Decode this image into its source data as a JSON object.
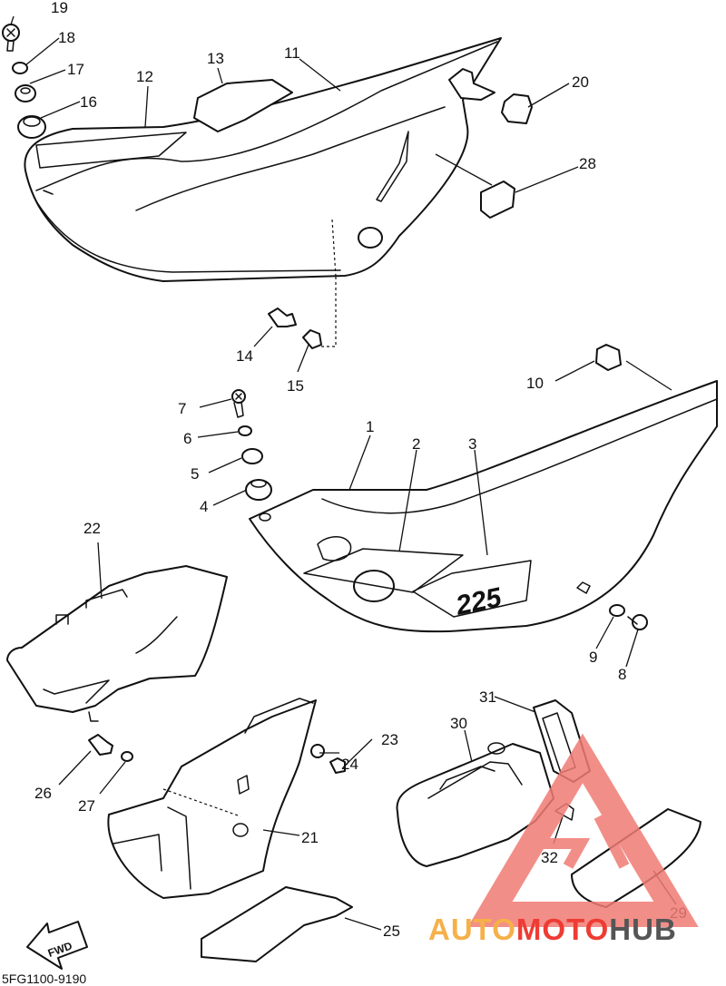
{
  "diagram": {
    "decal_text": "225",
    "fwd_label": "FWD",
    "diagram_code": "5FG1100-9190",
    "callouts": [
      "1",
      "2",
      "3",
      "4",
      "5",
      "6",
      "7",
      "8",
      "9",
      "10",
      "11",
      "12",
      "13",
      "14",
      "15",
      "16",
      "17",
      "18",
      "19",
      "20",
      "21",
      "22",
      "23",
      "24",
      "25",
      "26",
      "27",
      "28",
      "29",
      "30",
      "31",
      "32"
    ]
  },
  "watermark": {
    "part1": "AUTO",
    "part2": "MOTO",
    "part3": "HUB",
    "colors": {
      "auto": "#f6b04a",
      "moto": "#ee3b33",
      "hub": "#555555",
      "triangle": "#f07b74"
    }
  }
}
